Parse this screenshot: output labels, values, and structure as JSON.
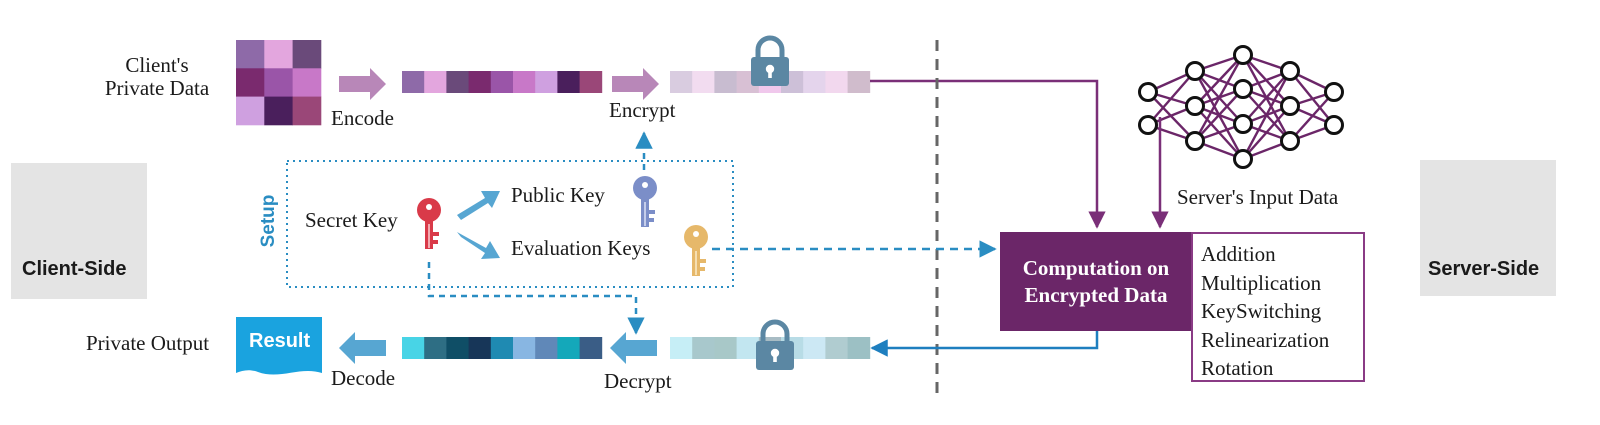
{
  "client_side": {
    "label": "Client-Side",
    "private_data_label": "Client's Private Data",
    "private_data_line1": "Client's",
    "private_data_line2": "Private Data",
    "private_data_colors": [
      "#8e6aa8",
      "#e3a6de",
      "#6a4a7a",
      "#7a2a6e",
      "#9a55a8",
      "#c878c8",
      "#cfa0e0",
      "#4a1f5c",
      "#9a4778"
    ],
    "private_output_label": "Private Output",
    "result_label": "Result"
  },
  "server_side": {
    "label": "Server-Side",
    "input_data_label": "Server's Input Data"
  },
  "steps": {
    "encode": "Encode",
    "encrypt": "Encrypt",
    "decrypt": "Decrypt",
    "decode": "Decode"
  },
  "setup": {
    "title": "Setup",
    "secret_key": "Secret Key",
    "public_key": "Public Key",
    "evaluation_keys": "Evaluation Keys"
  },
  "computation": {
    "line1": "Computation on",
    "line2": "Encrypted Data",
    "operations": [
      "Addition",
      "Multiplication",
      "KeySwitching",
      "Relinearization",
      "Rotation"
    ]
  },
  "vectors": {
    "encoded": [
      "#8e6aa8",
      "#e3a6de",
      "#6a4a7a",
      "#7a2a6e",
      "#9a55a8",
      "#c878c8",
      "#cfa0e0",
      "#4a1f5c",
      "#9a4778"
    ],
    "encrypted": [
      "#d9cce0",
      "#f2dcf0",
      "#c8bcd0",
      "#d8c0d4",
      "#f0c8ec",
      "#cdc0d8",
      "#e4d4ec",
      "#f2d8ee",
      "#d0bccc"
    ],
    "encrypted_output": [
      "#c6eef6",
      "#a8c8cc",
      "#a8c8c8",
      "#c2e6f0",
      "#a8bcc4",
      "#b8dce6",
      "#cce8f4",
      "#b0ccd0",
      "#9cc0c4"
    ],
    "decoded_output": [
      "#48d4e6",
      "#2e6e84",
      "#0f4e66",
      "#173658",
      "#1f8ab2",
      "#88b6e2",
      "#6088b8",
      "#14a8ba",
      "#3a5d86"
    ]
  },
  "colors": {
    "purple_arrow": "#b887b8",
    "blue_arrow": "#57a6d2",
    "dash_blue": "#2a8dc2",
    "flow_purple": "#7a2f78",
    "flow_blue": "#1e7fbf",
    "lock": "#5b87a3",
    "nn_line": "#6b2668",
    "key_red": "#d93a49",
    "key_blue": "#7b8ec8",
    "key_gold": "#e6b86a"
  },
  "icons": [
    "user-icon",
    "server-icon",
    "lock-icon",
    "key-icon",
    "neural-network-icon",
    "document-icon"
  ]
}
